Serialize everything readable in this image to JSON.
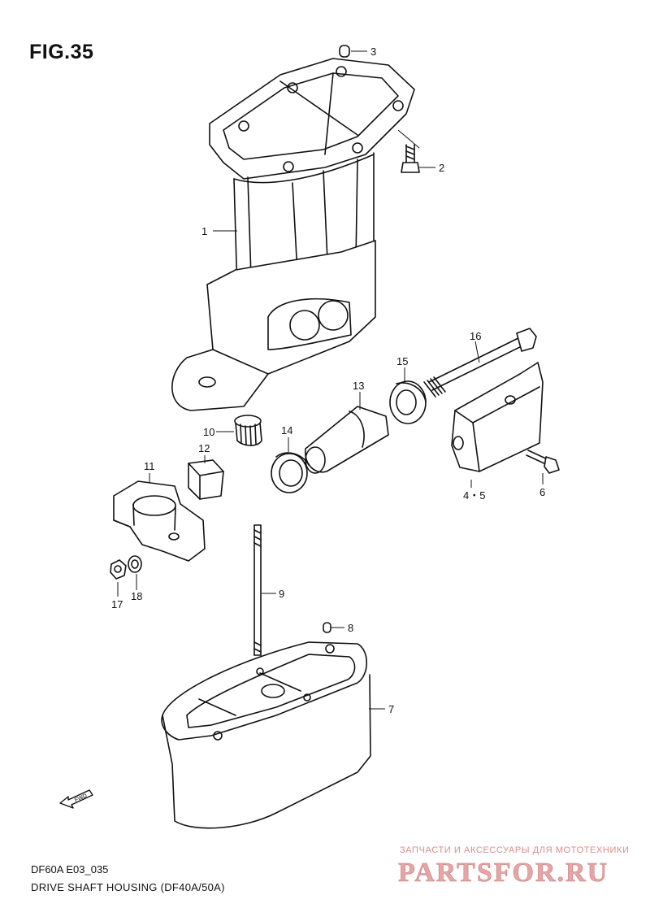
{
  "figure": {
    "title": "FIG.35"
  },
  "diagram_code": "DF60A E03_035",
  "caption": "DRIVE SHAFT HOUSING (DF40A/50A)",
  "fwd_label": "FWD",
  "watermark": {
    "text": "ЗАПЧАСТИ И АКСЕССУАРЫ ДЛЯ МОТОТЕХНИКИ",
    "logo": "PARTSFOR.RU",
    "color": "#e0a0a0"
  },
  "callouts": [
    {
      "id": "1",
      "label": "1"
    },
    {
      "id": "2",
      "label": "2"
    },
    {
      "id": "3",
      "label": "3"
    },
    {
      "id": "4-5",
      "label": "4・5"
    },
    {
      "id": "6",
      "label": "6"
    },
    {
      "id": "7",
      "label": "7"
    },
    {
      "id": "8",
      "label": "8"
    },
    {
      "id": "9",
      "label": "9"
    },
    {
      "id": "10",
      "label": "10"
    },
    {
      "id": "11",
      "label": "11"
    },
    {
      "id": "12",
      "label": "12"
    },
    {
      "id": "13",
      "label": "13"
    },
    {
      "id": "14",
      "label": "14"
    },
    {
      "id": "15",
      "label": "15"
    },
    {
      "id": "16",
      "label": "16"
    },
    {
      "id": "17",
      "label": "17"
    },
    {
      "id": "18",
      "label": "18"
    }
  ]
}
